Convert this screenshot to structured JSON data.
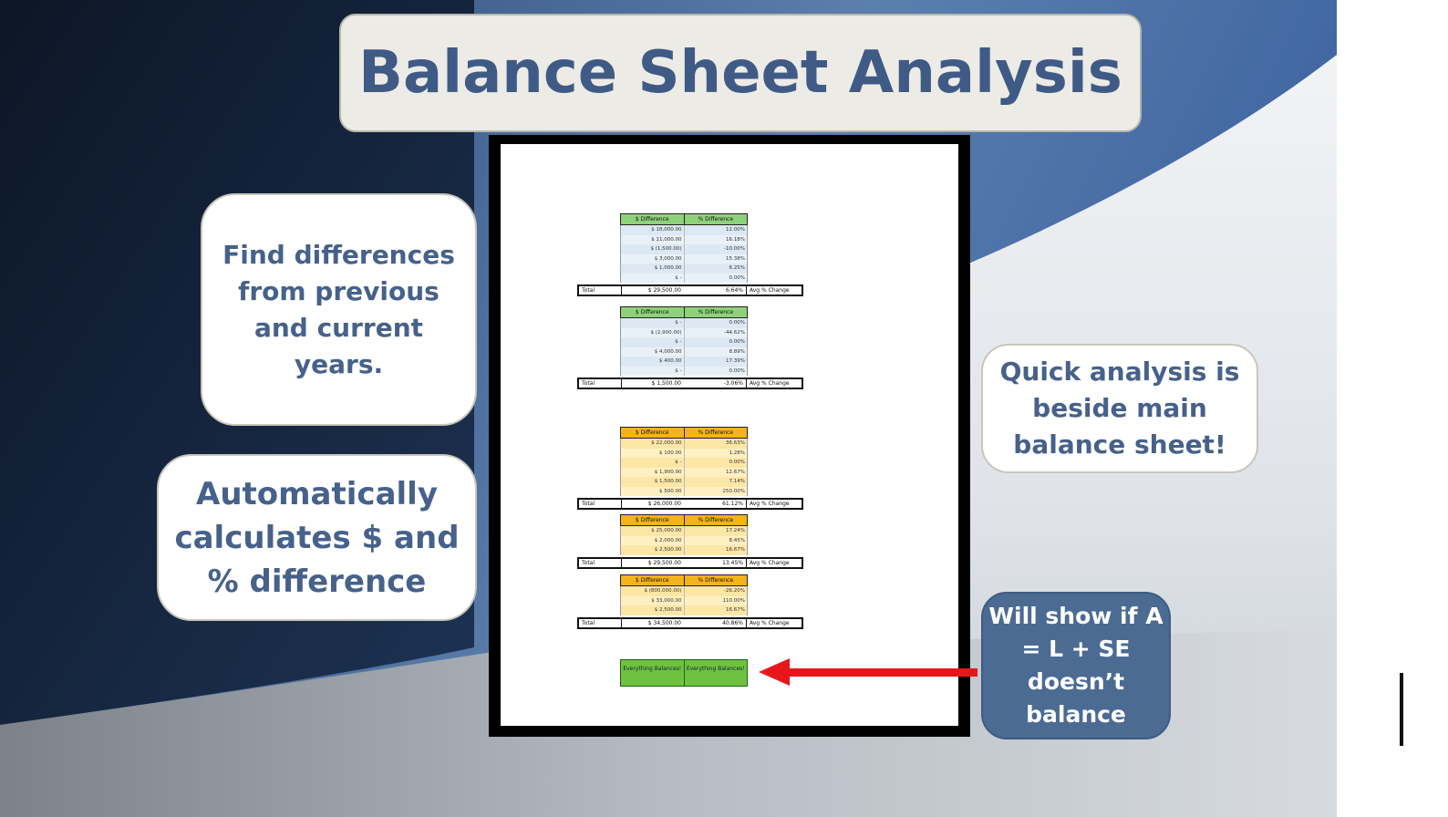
{
  "title": "Balance Sheet Analysis",
  "callouts": {
    "find_differences": "Find differences from previous and current years.",
    "auto_calculates": "Automatically calculates $ and % difference",
    "quick_analysis": "Quick analysis is beside main balance sheet!",
    "will_show": "Will show if A = L + SE doesn’t balance"
  },
  "sheet": {
    "tables": [
      {
        "style": "green",
        "headers": [
          "$ Difference",
          "% Difference"
        ],
        "rows": [
          [
            "$ 18,000.00",
            "12.00%"
          ],
          [
            "$ 11,000.00",
            "16.18%"
          ],
          [
            "$ (1,500.00)",
            "-10.00%"
          ],
          [
            "$ 3,000.00",
            "15.38%"
          ],
          [
            "$ 1,000.00",
            "6.25%"
          ],
          [
            "$ -",
            "0.00%"
          ]
        ],
        "total": [
          "Total",
          "$ 29,500.00",
          "6.64%",
          "Avg % Change"
        ]
      },
      {
        "style": "green",
        "headers": [
          "$ Difference",
          "% Difference"
        ],
        "rows": [
          [
            "$ -",
            "0.00%"
          ],
          [
            "$ (2,900.00)",
            "-44.62%"
          ],
          [
            "$ -",
            "0.00%"
          ],
          [
            "$ 4,000.00",
            "8.89%"
          ],
          [
            "$ 400.00",
            "17.39%"
          ],
          [
            "$ -",
            "0.00%"
          ]
        ],
        "total": [
          "Total",
          "$ 1,500.00",
          "-3.06%",
          "Avg % Change"
        ]
      },
      {
        "style": "orange",
        "headers": [
          "$ Difference",
          "% Difference"
        ],
        "rows": [
          [
            "$ 22,000.00",
            "36.63%"
          ],
          [
            "$ 100.00",
            "1.28%"
          ],
          [
            "$ -",
            "0.00%"
          ],
          [
            "$ 1,900.00",
            "12.67%"
          ],
          [
            "$ 1,500.00",
            "7.14%"
          ],
          [
            "$ 500.00",
            "250.00%"
          ]
        ],
        "total": [
          "Total",
          "$ 26,000.00",
          "61.12%",
          "Avg % Change"
        ]
      },
      {
        "style": "orange",
        "headers": [
          "$ Difference",
          "% Difference"
        ],
        "rows": [
          [
            "$ 25,000.00",
            "17.24%"
          ],
          [
            "$ 2,000.00",
            "8.45%"
          ],
          [
            "$ 2,500.00",
            "16.67%"
          ]
        ],
        "total": [
          "Total",
          "$ 29,500.00",
          "13.45%",
          "Avg % Change"
        ]
      },
      {
        "style": "orange",
        "headers": [
          "$ Difference",
          "% Difference"
        ],
        "rows": [
          [
            "$ (800,000.00)",
            "-26.20%"
          ],
          [
            "$ 33,000.00",
            "110.00%"
          ],
          [
            "$ 2,500.00",
            "16.67%"
          ]
        ],
        "total": [
          "Total",
          "$ 34,500.00",
          "40.86%",
          "Avg % Change"
        ]
      }
    ],
    "balanced": [
      "Everything Balances!",
      "Everything Balances!"
    ]
  },
  "colors": {
    "title_text": "#3f5b85",
    "callout_text": "#46618a",
    "dark_callout_bg": "#4b6b93",
    "arrow": "#e8161a",
    "green_header": "#8fd17b",
    "orange_header": "#f4b21b"
  }
}
